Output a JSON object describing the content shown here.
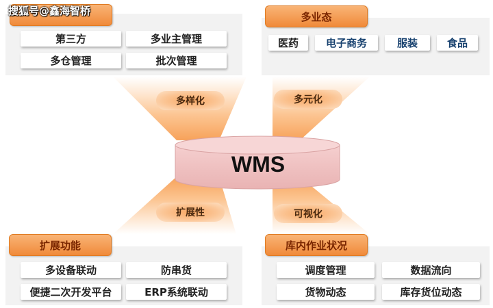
{
  "watermark": "搜狐号@鑫海智桥",
  "center_label": "WMS",
  "top_left": {
    "title": "",
    "items": [
      "第三方",
      "多业主管理",
      "多仓管理",
      "批次管理"
    ]
  },
  "top_right": {
    "title": "多业态",
    "items": [
      "医药",
      "电子商务",
      "服装",
      "食品"
    ]
  },
  "bottom_left": {
    "title": "扩展功能",
    "items": [
      "多设备联动",
      "防串货",
      "便捷二次开发平台",
      "ERP系统联动"
    ]
  },
  "bottom_right": {
    "title": "库内作业状况",
    "items": [
      "调度管理",
      "数据流向",
      "货物动态",
      "库存货位动态"
    ]
  },
  "pills": [
    "多样化",
    "多元化",
    "扩展性",
    "可视化"
  ],
  "colors": {
    "header_orange": "#f08a3a",
    "panel_bg": "#f2f2f2",
    "cylinder": "#f0c2c2",
    "funnel": "#fbb57a",
    "blue_text": "#17416f"
  }
}
